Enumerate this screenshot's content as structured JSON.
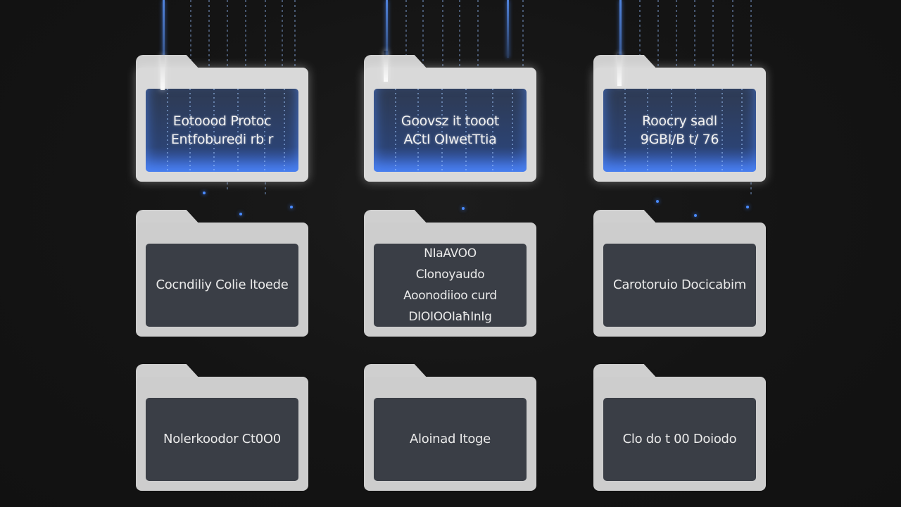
{
  "folders": [
    {
      "row": 1,
      "col": 1,
      "highlight": true,
      "lines": [
        "Eotoood Protoc",
        "Entfoburedi rb r"
      ]
    },
    {
      "row": 1,
      "col": 2,
      "highlight": true,
      "lines": [
        "Goovsz it tooot",
        "ACtI OIwetTtia"
      ]
    },
    {
      "row": 1,
      "col": 3,
      "highlight": true,
      "lines": [
        "Roocry sadl",
        "9GBI/B t/ 76"
      ]
    },
    {
      "row": 2,
      "col": 1,
      "highlight": false,
      "lines": [
        "Cocndiliy Colie ltoede"
      ]
    },
    {
      "row": 2,
      "col": 2,
      "highlight": false,
      "lines": [
        "NIaAVOO",
        "Clonoyaudo",
        "Aoonodiioo curd",
        "DIOIOOIaħInIg"
      ]
    },
    {
      "row": 2,
      "col": 3,
      "highlight": false,
      "lines": [
        "Carotoruio Docicabim"
      ]
    },
    {
      "row": 3,
      "col": 1,
      "highlight": false,
      "lines": [
        "Nolerkoodor Ct0O0"
      ]
    },
    {
      "row": 3,
      "col": 2,
      "highlight": false,
      "lines": [
        "Aloinad Itoge"
      ]
    },
    {
      "row": 3,
      "col": 3,
      "highlight": false,
      "lines": [
        "Clo do t 00 Doiodo"
      ]
    }
  ],
  "colors": {
    "background": "#141414",
    "folder": "#cdcdcd",
    "screen": "#3a3e46",
    "accent": "#3c6ad8",
    "rain": "#96beff"
  },
  "icons": [
    "folder-icon"
  ]
}
